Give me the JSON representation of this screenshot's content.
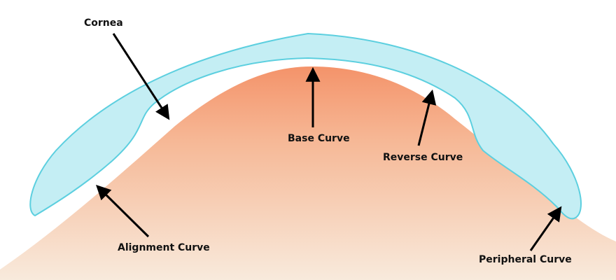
{
  "labels": {
    "cornea": "Cornea",
    "base_curve": "Base Curve",
    "reverse_curve": "Reverse Curve",
    "alignment_curve": "Alignment Curve",
    "peripheral_curve": "Peripheral Curve"
  },
  "colors": {
    "cornea_light": "#f8eadc",
    "cornea_peach": "#f6b896",
    "cornea_apex": "#f4936a",
    "lens_fill": "#c4eef4",
    "lens_stroke": "#5ccfdf",
    "arrow": "#000000",
    "text": "#111111"
  }
}
